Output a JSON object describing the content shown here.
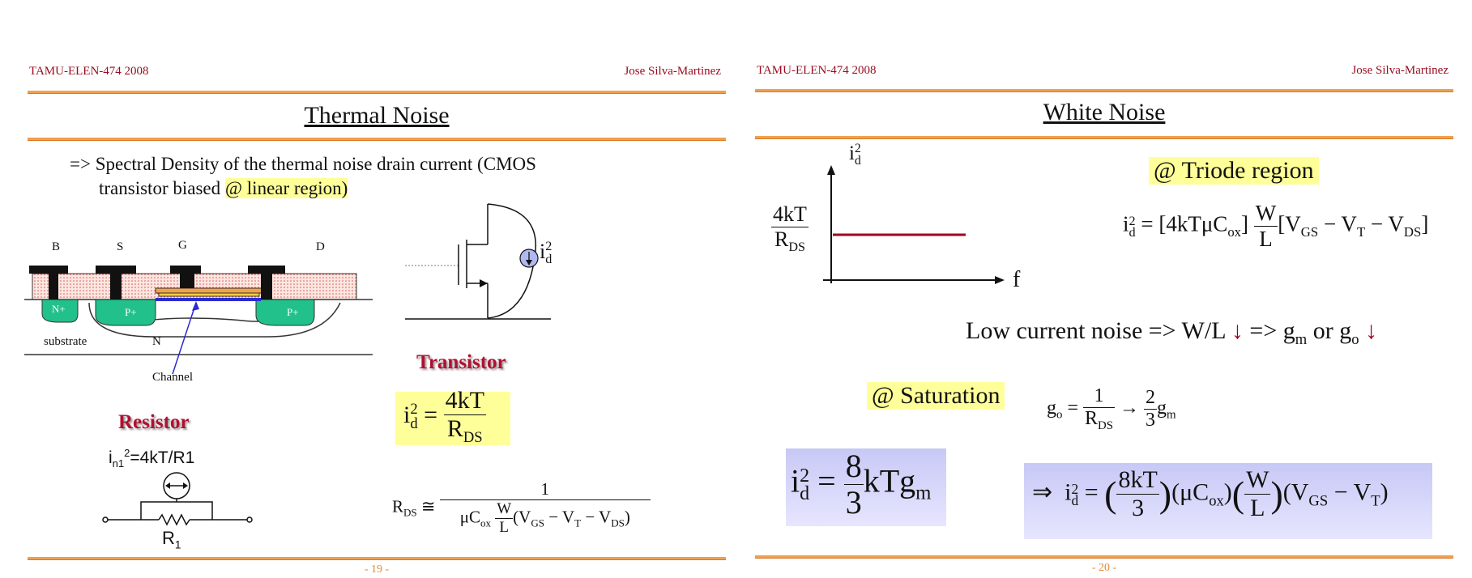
{
  "left": {
    "header_left": "TAMU-ELEN-474  2008",
    "header_right": "Jose Silva-Martinez",
    "title": "Thermal Noise",
    "bullet_prefix": "=> Spectral Density of the thermal noise drain current (CMOS",
    "bullet_line2": "transistor biased ",
    "bullet_highlight": "@ linear region)",
    "labels": {
      "B": "B",
      "S": "S",
      "G": "G",
      "D": "D",
      "nplus": "N+",
      "pplus_left": "P+",
      "pplus_right": "P+",
      "substrate": "substrate",
      "N": "N",
      "channel": "Channel"
    },
    "resistor_title": "Resistor",
    "resistor_noise_i": "i",
    "resistor_noise_sub": "n1",
    "resistor_noise_sup": "2",
    "resistor_noise_eq": "=4kT/R1",
    "resistor_name": "R",
    "resistor_name_sub": "1",
    "transistor_title": "Transistor",
    "id2_i": "i",
    "id2_sub": "d",
    "id2_sup": "2",
    "eq_4kT": "4kT",
    "eq_RDS": "R",
    "eq_RDS_sub": "DS",
    "rds_label": "R",
    "rds_label_sub": "DS",
    "rds_approx": " ≅ ",
    "rds_num": "1",
    "rds_den_mu": "μC",
    "rds_den_ox": "ox",
    "rds_W": "W",
    "rds_L": "L",
    "rds_paren": "(V",
    "rds_gs": "GS",
    "rds_minus_vt": " − V",
    "rds_t": "T",
    "rds_minus_vds": " − V",
    "rds_ds": "DS",
    "rds_close": ")",
    "page_number": "- 19 -"
  },
  "right": {
    "header_left": "TAMU-ELEN-474  2008",
    "header_right": "Jose Silva-Martinez",
    "title": "White Noise",
    "axis_y_i": "i",
    "axis_y_sub": "d",
    "axis_y_sup": "2",
    "axis_x": "f",
    "level_num": "4kT",
    "level_den": "R",
    "level_den_sub": "DS",
    "triode_label": "@ Triode region",
    "triode_eq_lhs_i": "i",
    "triode_eq_lhs_sub": "d",
    "triode_eq_lhs_sup": "2",
    "triode_eq_a": " = [4kTμC",
    "triode_eq_ox": "ox",
    "triode_eq_b": "]",
    "triode_W": "W",
    "triode_L": "L",
    "triode_eq_c": "[V",
    "triode_gs": "GS",
    "triode_eq_d": " − V",
    "triode_t": "T",
    "triode_eq_e": " − V",
    "triode_ds": "DS",
    "triode_eq_f": "]",
    "low_noise_text": "Low current noise => W/L",
    "low_noise_mid": "=>",
    "low_noise_gm": "g",
    "low_noise_gm_sub": "m",
    "low_noise_or": " or g",
    "low_noise_go_sub": "o",
    "arrow_down": "↓",
    "saturation_label": "@ Saturation",
    "go_lhs": "g",
    "go_sub": "o",
    "go_eq": " =",
    "go_num": "1",
    "go_den": "R",
    "go_den_sub": "DS",
    "go_arrow": " → ",
    "go_two": "2",
    "go_three": "3",
    "go_gm": "g",
    "go_gm_sub": "m",
    "sat_eq_i": "i",
    "sat_eq_sub": "d",
    "sat_eq_sup": "2",
    "sat_eq_eq": " = ",
    "sat_eq_8": "8",
    "sat_eq_3": "3",
    "sat_eq_ktg": "kTg",
    "sat_eq_m": "m",
    "final_arrow": "⇒",
    "final_i": "i",
    "final_sub": "d",
    "final_sup": "2",
    "final_eq": " =",
    "final_8kT": "8kT",
    "final_3": "3",
    "final_mu": "(μC",
    "final_ox": "ox",
    "final_mu_close": ")",
    "final_W": "W",
    "final_L": "L",
    "final_v": "(V",
    "final_gs": "GS",
    "final_minus": " − V",
    "final_t": "T",
    "final_close": ")",
    "page_number": "- 20 -"
  },
  "colors": {
    "header_text": "#9a0a1e",
    "rule": "#f0a04a",
    "highlight": "#ffff99",
    "box_blue": "#d4d4fa",
    "noise_level": "#a00020",
    "section_title": "#b01030"
  }
}
